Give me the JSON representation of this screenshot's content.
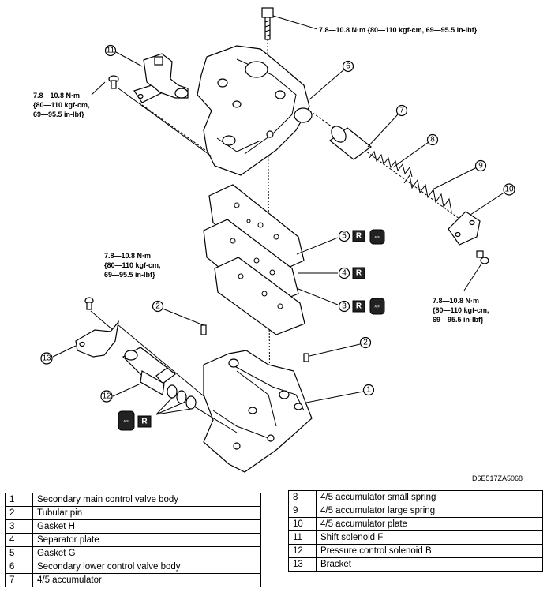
{
  "callouts": {
    "c1": "1",
    "c2a": "2",
    "c2b": "2",
    "c3": "3",
    "c4": "4",
    "c5": "5",
    "c6": "6",
    "c7": "7",
    "c8": "8",
    "c9": "9",
    "c10": "10",
    "c11": "11",
    "c12": "12",
    "c13": "13"
  },
  "badges": {
    "replace": "R",
    "atf": "ATF"
  },
  "torque": {
    "top": "7.8—10.8 N·m {80—110 kgf-cm, 69—95.5 in-lbf}",
    "left_top": [
      "7.8—10.8 N·m",
      "{80—110 kgf-cm,",
      "69—95.5 in-lbf}"
    ],
    "left_mid": [
      "7.8—10.8 N·m",
      "{80—110 kgf-cm,",
      "69—95.5 in-lbf}"
    ],
    "right": [
      "7.8—10.8 N·m",
      "{80—110 kgf-cm,",
      "69—95.5 in-lbf}"
    ]
  },
  "figure_code": "D6E517ZA5068",
  "parts_left": [
    {
      "num": "1",
      "name": "Secondary main control valve body"
    },
    {
      "num": "2",
      "name": "Tubular pin"
    },
    {
      "num": "3",
      "name": "Gasket H"
    },
    {
      "num": "4",
      "name": "Separator plate"
    },
    {
      "num": "5",
      "name": "Gasket G"
    },
    {
      "num": "6",
      "name": "Secondary lower control valve body"
    },
    {
      "num": "7",
      "name": "4/5 accumulator"
    }
  ],
  "parts_right": [
    {
      "num": "8",
      "name": "4/5 accumulator small spring"
    },
    {
      "num": "9",
      "name": "4/5 accumulator large spring"
    },
    {
      "num": "10",
      "name": "4/5 accumulator plate"
    },
    {
      "num": "11",
      "name": "Shift solenoid F"
    },
    {
      "num": "12",
      "name": "Pressure control solenoid B"
    },
    {
      "num": "13",
      "name": "Bracket"
    }
  ]
}
